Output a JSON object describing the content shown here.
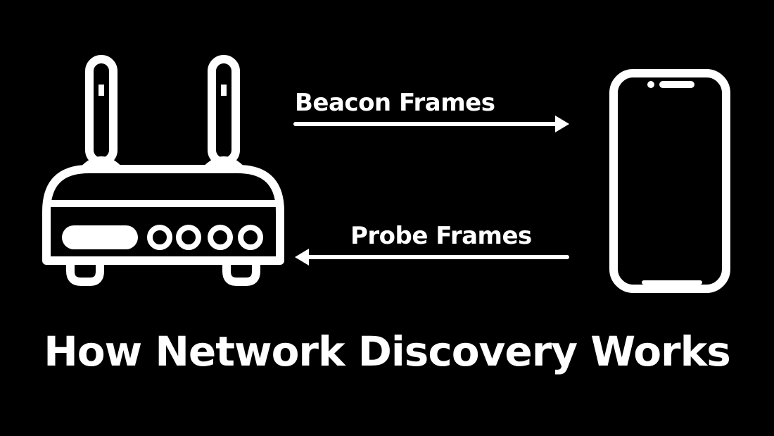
{
  "diagram": {
    "background_color": "#000000",
    "foreground_color": "#ffffff",
    "nodes": {
      "access_point": {
        "icon": "router-icon"
      },
      "client": {
        "icon": "smartphone-icon"
      }
    },
    "edges": {
      "beacon": {
        "label": "Beacon Frames",
        "from": "access_point",
        "to": "client"
      },
      "probe": {
        "label": "Probe Frames",
        "from": "client",
        "to": "access_point"
      }
    },
    "title": "How Network Discovery Works"
  }
}
